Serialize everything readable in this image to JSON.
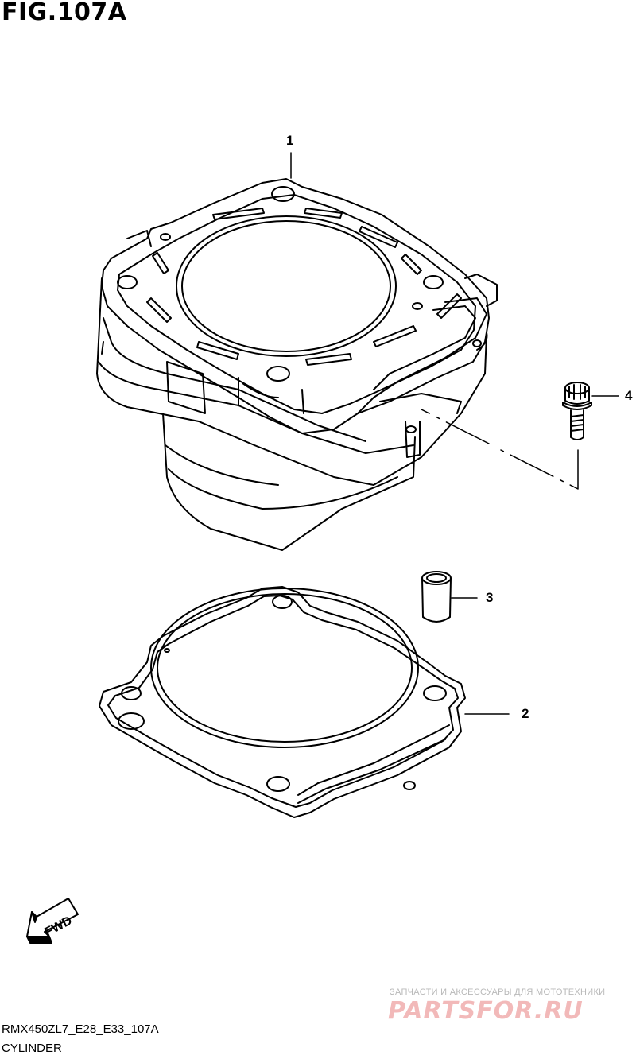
{
  "figure": {
    "title": "FIG.107A",
    "code": "RMX450ZL7_E28_E33_107A",
    "name": "CYLINDER"
  },
  "callouts": [
    {
      "id": "1",
      "label": "1"
    },
    {
      "id": "2",
      "label": "2"
    },
    {
      "id": "3",
      "label": "3"
    },
    {
      "id": "4",
      "label": "4"
    }
  ],
  "fwd_arrow": {
    "label": "FWD"
  },
  "watermark": {
    "tagline": "ЗАПЧАСТИ И АКСЕССУАРЫ ДЛЯ МОТОТЕХНИКИ",
    "logo": "PARTSFOR.RU"
  },
  "colors": {
    "line": "#000000",
    "watermark_text": "#b9b9b9",
    "watermark_logo": "#f2b9b9"
  }
}
